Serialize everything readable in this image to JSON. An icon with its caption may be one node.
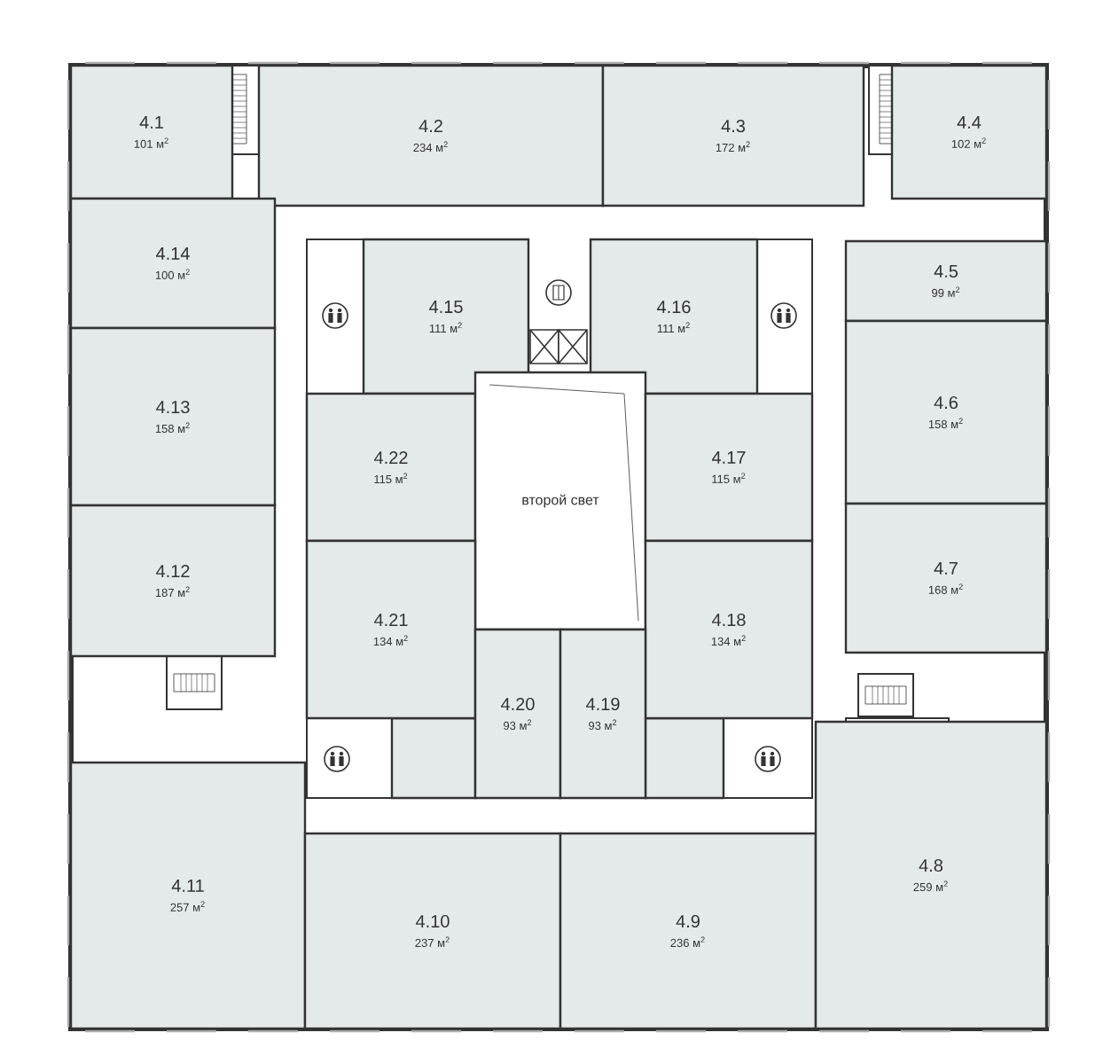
{
  "diagram": {
    "nodes": [
      {
        "text": [
          "4.1",
          "101 м$^{2}$"
        ]
      },
      {
        "text": [
          "4.2",
          "234 м$^{2}$"
        ]
      },
      {
        "text": [
          "4.3",
          "172 м$^{2}$"
        ]
      },
      {
        "text": [
          "4.4",
          "102 м$^{2}$"
        ]
      },
      {
        "text": [
          "4.14",
          "100 м$^{2}$"
        ]
      },
      {
        "text": [
          "4.15",
          "111 м$^{2}$"
        ]
      },
      {
        "text": [
          "4.16",
          "111 м$^{2}$"
        ]
      },
      {
        "text": [
          "4.5",
          "99 м$^{2}$"
        ]
      },
      {
        "text": [
          "4.6",
          "158 м$^{2}$"
        ]
      },
      {
        "text": [
          "4.13",
          "158 м$^{2}$"
        ]
      },
      {
        "text": [
          "4.22",
          "115 м$^{2}$"
        ]
      },
      {
        "text": [
          "второй свет"
        ]
      },
      {
        "text": [
          "4.17",
          "115 м$^{2}$"
        ]
      },
      {
        "text": [
          "4.12",
          "187 м$^{2}$"
        ]
      },
      {
        "text": [
          "4.21",
          "134 м$^{2}$"
        ]
      },
      {
        "text": [
          "4.18",
          "134 м$^{2}$"
        ]
      },
      {
        "text": [
          "4.7",
          "168 м$^{2}$"
        ]
      },
      {
        "text": [
          "4.20",
          "93 м$^{2}$"
        ]
      },
      {
        "text": [
          "4.19",
          "93 м$^{2}$"
        ]
      },
      {
        "text": [
          "4.11",
          "257 м$^{2}$"
        ]
      },
      {
        "text": [
          "4.10",
          "237 м$^{2}$"
        ]
      },
      {
        "text": [
          "4.9",
          "236 м$^{2}$"
        ]
      },
      {
        "text": [
          "4.8",
          "259 м$^{2}$"
        ]
      }
    ]
  }
}
